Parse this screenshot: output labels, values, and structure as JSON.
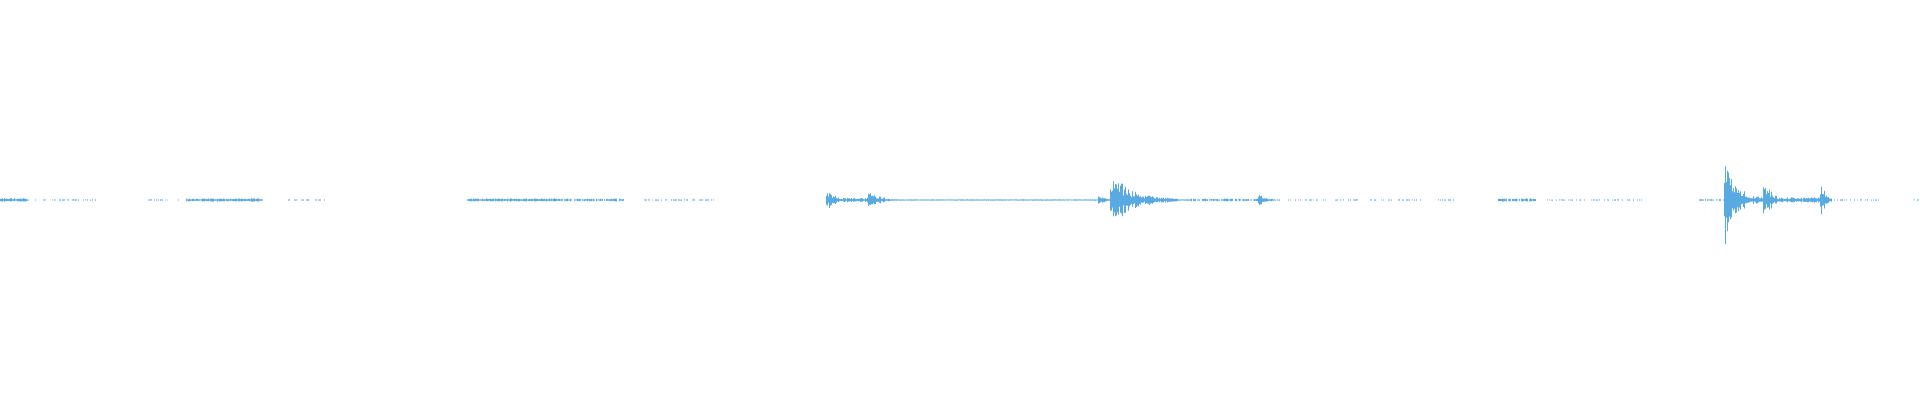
{
  "waveform": {
    "color": "#5aaae2",
    "amplitude_range": [
      -1,
      1
    ],
    "baseline": 0,
    "segments": [
      {
        "start": 0.0,
        "end": 0.014,
        "peak": 0.04,
        "density": 1.0
      },
      {
        "start": 0.014,
        "end": 0.05,
        "peak": 0.012,
        "density": 0.45
      },
      {
        "start": 0.077,
        "end": 0.093,
        "peak": 0.012,
        "density": 0.55
      },
      {
        "start": 0.097,
        "end": 0.137,
        "peak": 0.035,
        "density": 1.0
      },
      {
        "start": 0.15,
        "end": 0.17,
        "peak": 0.012,
        "density": 0.45
      },
      {
        "start": 0.243,
        "end": 0.29,
        "peak": 0.035,
        "density": 1.0
      },
      {
        "start": 0.29,
        "end": 0.325,
        "peak": 0.03,
        "density": 0.9
      },
      {
        "start": 0.335,
        "end": 0.372,
        "peak": 0.012,
        "density": 0.45
      },
      {
        "start": 0.43,
        "end": 0.441,
        "peak": 0.22,
        "density": 1.0
      },
      {
        "start": 0.441,
        "end": 0.452,
        "peak": 0.05,
        "density": 1.0
      },
      {
        "start": 0.452,
        "end": 0.465,
        "peak": 0.17,
        "density": 1.0
      },
      {
        "start": 0.465,
        "end": 0.572,
        "peak": 0.015,
        "density": 1.0
      },
      {
        "start": 0.572,
        "end": 0.578,
        "peak": 0.12,
        "density": 1.0
      },
      {
        "start": 0.578,
        "end": 0.598,
        "peak": 0.55,
        "density": 1.0
      },
      {
        "start": 0.598,
        "end": 0.62,
        "peak": 0.12,
        "density": 1.0
      },
      {
        "start": 0.62,
        "end": 0.655,
        "peak": 0.03,
        "density": 0.85
      },
      {
        "start": 0.655,
        "end": 0.664,
        "peak": 0.12,
        "density": 1.0
      },
      {
        "start": 0.664,
        "end": 0.74,
        "peak": 0.012,
        "density": 0.45
      },
      {
        "start": 0.748,
        "end": 0.76,
        "peak": 0.012,
        "density": 0.4
      },
      {
        "start": 0.78,
        "end": 0.8,
        "peak": 0.035,
        "density": 0.9
      },
      {
        "start": 0.805,
        "end": 0.855,
        "peak": 0.012,
        "density": 0.4
      },
      {
        "start": 0.885,
        "end": 0.898,
        "peak": 0.02,
        "density": 0.8
      },
      {
        "start": 0.898,
        "end": 0.91,
        "peak": 1.0,
        "density": 1.0
      },
      {
        "start": 0.91,
        "end": 0.918,
        "peak": 0.08,
        "density": 1.0
      },
      {
        "start": 0.918,
        "end": 0.927,
        "peak": 0.38,
        "density": 1.0
      },
      {
        "start": 0.927,
        "end": 0.948,
        "peak": 0.06,
        "density": 1.0
      },
      {
        "start": 0.948,
        "end": 0.954,
        "peak": 0.35,
        "density": 1.0
      },
      {
        "start": 0.954,
        "end": 0.98,
        "peak": 0.012,
        "density": 0.45
      },
      {
        "start": 0.997,
        "end": 1.0,
        "peak": 0.012,
        "density": 0.4
      }
    ]
  }
}
